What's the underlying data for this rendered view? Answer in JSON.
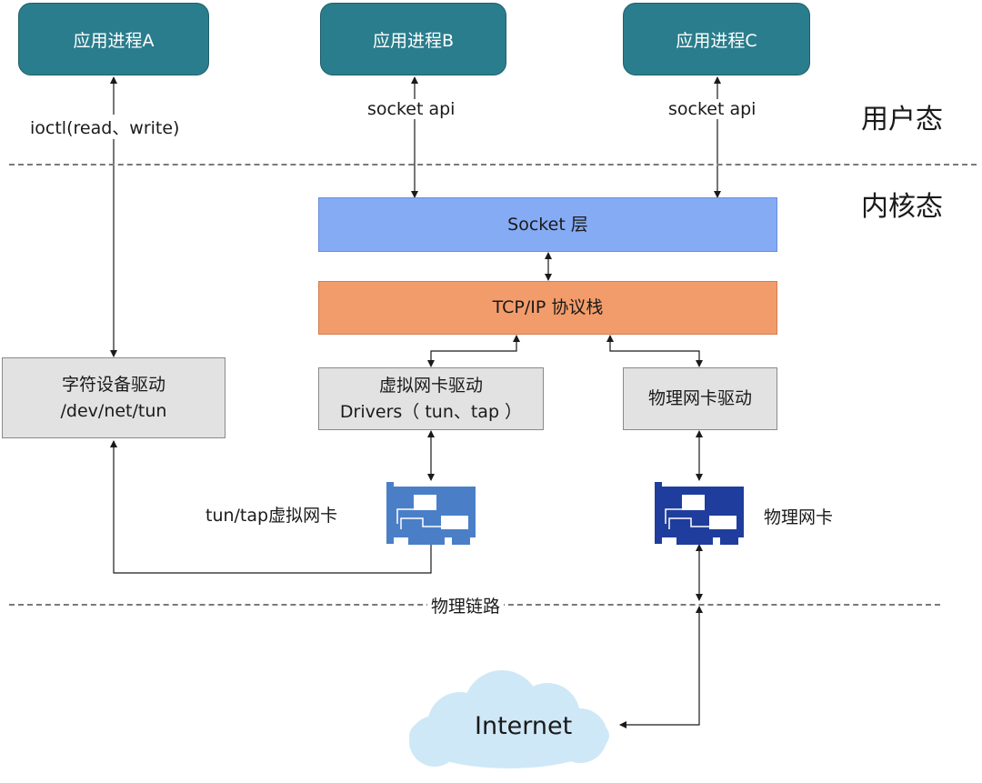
{
  "processes": {
    "a": "应用进程A",
    "b": "应用进程B",
    "c": "应用进程C"
  },
  "api_labels": {
    "ioctl": "ioctl(read、write)",
    "socket_b": "socket api",
    "socket_c": "socket api"
  },
  "zones": {
    "user": "用户态",
    "kernel": "内核态",
    "physical_link": "物理链路"
  },
  "layers": {
    "socket": "Socket 层",
    "tcpip": "TCP/IP 协议栈"
  },
  "char_device": {
    "line1": "字符设备驱动",
    "line2": "/dev/net/tun"
  },
  "virtual_driver": {
    "line1": "虚拟网卡驱动",
    "line2": "Drivers（ tun、tap ）"
  },
  "physical_driver": {
    "label": "物理网卡驱动"
  },
  "nics": {
    "virtual": "tun/tap虚拟网卡",
    "physical": "物理网卡"
  },
  "internet": "Internet",
  "colors": {
    "process": "#2a7d8c",
    "socket_layer": "#86abf5",
    "tcpip_layer": "#f39c6b",
    "driver_box": "#e2e2e2",
    "virtual_nic": "#4a7fc8",
    "physical_nic": "#1f3d9c",
    "cloud": "#cfe8f7"
  }
}
